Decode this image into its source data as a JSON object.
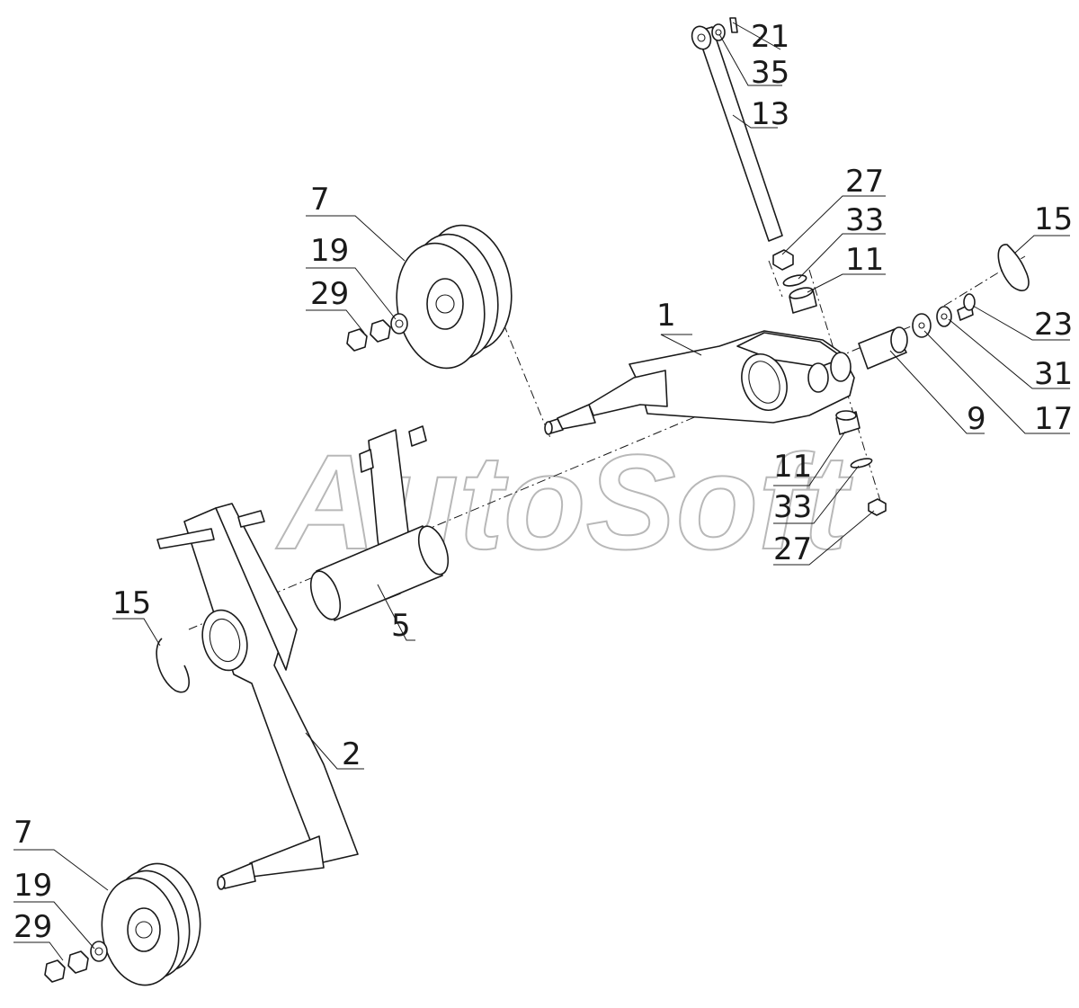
{
  "watermark": "AutoSoft",
  "labels": {
    "p21": "21",
    "p35": "35",
    "p13": "13",
    "p27a": "27",
    "p33a": "33",
    "p11a": "11",
    "p15a": "15",
    "p23": "23",
    "p31": "31",
    "p17": "17",
    "p9": "9",
    "p1": "1",
    "p7a": "7",
    "p19a": "19",
    "p29a": "29",
    "p11b": "11",
    "p33b": "33",
    "p27b": "27",
    "p15b": "15",
    "p5": "5",
    "p2": "2",
    "p7b": "7",
    "p19b": "19",
    "p29b": "29"
  },
  "colors": {
    "line": "#1a1a1a",
    "watermark": "#b8b8b8",
    "background": "#ffffff"
  }
}
